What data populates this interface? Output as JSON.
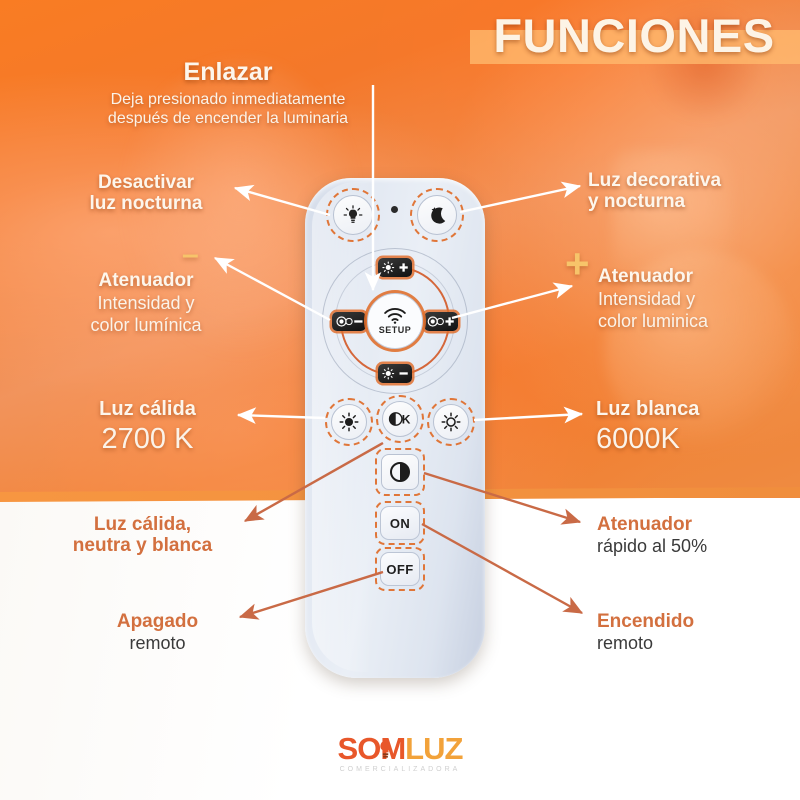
{
  "header": {
    "title": "FUNCIONES"
  },
  "callouts": {
    "enlazar": {
      "title": "Enlazar",
      "line1": "Deja presionado inmediatamente",
      "line2": "después de encender la luminaria"
    },
    "desactivar_nocturna": {
      "title_line1": "Desactivar",
      "title_line2": "luz nocturna"
    },
    "luz_decorativa": {
      "title_line1": "Luz decorativa",
      "title_line2": "y nocturna"
    },
    "atenuador_menos": {
      "sign": "–",
      "title": "Atenuador",
      "line1": "Intensidad y",
      "line2": "color lumínica"
    },
    "atenuador_mas": {
      "sign": "+",
      "title": "Atenuador",
      "line1": "Intensidad y",
      "line2": "color luminica"
    },
    "luz_calida": {
      "title": "Luz cálida",
      "value": "2700 K"
    },
    "luz_blanca": {
      "title": "Luz blanca",
      "value": "6000K"
    },
    "luz_calida_neutra": {
      "title_line1": "Luz cálida,",
      "title_line2": "neutra y blanca"
    },
    "atenuador_rapido": {
      "title": "Atenuador",
      "subtitle": "rápido al 50%"
    },
    "apagado": {
      "title": "Apagado",
      "subtitle": "remoto"
    },
    "encendido": {
      "title": "Encendido",
      "subtitle": "remoto"
    }
  },
  "remote": {
    "setup_label": "SETUP",
    "buttons": {
      "night_off_icon": "bulb-icon",
      "night_on_icon": "moon-star-icon",
      "bright_up_icon": "brightness-plus-icon",
      "bright_down_icon": "brightness-minus-icon",
      "color_up_icon": "color-plus-icon",
      "color_down_icon": "color-minus-icon",
      "warm_icon": "warm-sun-icon",
      "kelvin_icon": "kelvin-icon",
      "cool_icon": "cool-sun-icon",
      "contrast_icon": "contrast-icon",
      "on_label": "ON",
      "off_label": "OFF"
    }
  },
  "logo": {
    "part1": "SOM",
    "part2": "LUZ",
    "tagline": "COMERCIALIZADORA"
  },
  "colors": {
    "orange_bg": "#f4782a",
    "accent_orange": "#d3703f",
    "dash_orange": "#e0702f",
    "yellow_sign": "#f7c46a",
    "logo_red": "#e8572a",
    "logo_yellow": "#f2a23a"
  }
}
